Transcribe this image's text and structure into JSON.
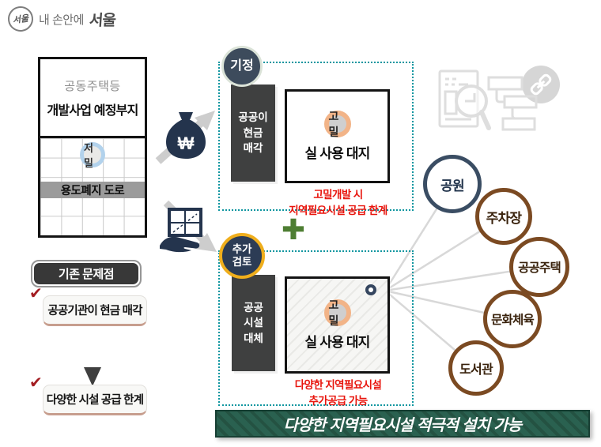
{
  "logo": {
    "mark": "서울",
    "prefix": "내 손안에",
    "brand": "서울"
  },
  "site_box": {
    "category": "공동주택등",
    "title": "개발사업 예정부지",
    "density": "저밀",
    "road": "용도폐지 도로"
  },
  "problems": {
    "header": "기존 문제점",
    "check": "✔",
    "items": [
      {
        "label": "공공기관이 현금 매각"
      },
      {
        "label": "다양한 시설 공급 한계"
      }
    ]
  },
  "scenarios": {
    "given": {
      "badge": "기정",
      "side": "공공이\n현금\n매각",
      "density": "고밀",
      "site": "실 사용 대지",
      "caption": "고밀개발 시\n지역필요시설 공급 한계"
    },
    "plus": "✚",
    "review": {
      "badge": "추가\n검토",
      "side": "공공\n시설\n대체",
      "density": "고밀",
      "site": "실 사용 대지",
      "caption": "다양한 지역필요시설\n추가공급 가능"
    }
  },
  "facilities": [
    {
      "label": "공원"
    },
    {
      "label": "주차장"
    },
    {
      "label": "공공주택"
    },
    {
      "label": "문화체육"
    },
    {
      "label": "도서관"
    }
  ],
  "banner": {
    "label": "다양한 지역필요시설 적극적 설치 가능"
  },
  "icons": {
    "currency": "₩"
  },
  "colors": {
    "teal_dotted_border": "#0f96a0",
    "alert_red": "#e8150d",
    "navy_icon": "#24344d",
    "slate_badge": "#3d4b5c",
    "gold_ring": "#efae1c",
    "plus_green": "#4e7e33",
    "banner_green": "#2a6150",
    "facility_brown": "#7b4a22",
    "facility_slate": "#3a4d63",
    "density_high_ring": "#f2b488",
    "density_low_ring": "#b2d2ec",
    "road_gray": "#9b9b9b",
    "dark_box": "#3f4040"
  }
}
